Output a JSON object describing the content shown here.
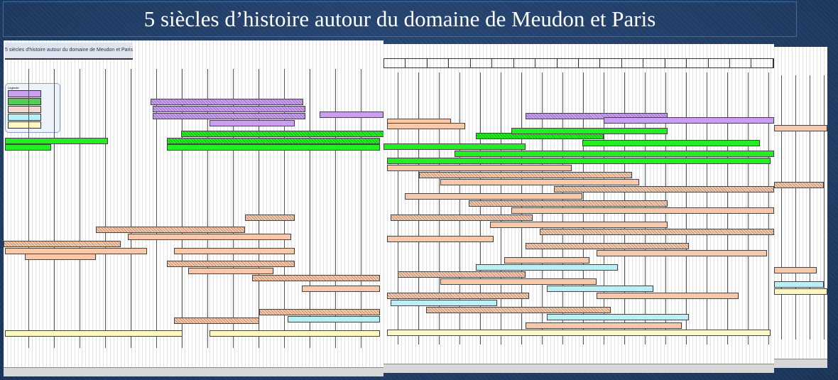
{
  "slide": {
    "title": "5 siècles d’histoire autour du domaine de Meudon et Paris"
  },
  "panel1": {
    "title": "5 siècles d'histoire autour du domaine de Meudon et Paris",
    "legend_title": "Légende"
  },
  "colors": {
    "background": "#22406a",
    "purple": "#c9a0f0",
    "green": "#22ee22",
    "salmon": "#f8c8a8",
    "cyan": "#b8f0f8",
    "yellow": "#fff8c0",
    "grey": "#d7d7d7"
  }
}
